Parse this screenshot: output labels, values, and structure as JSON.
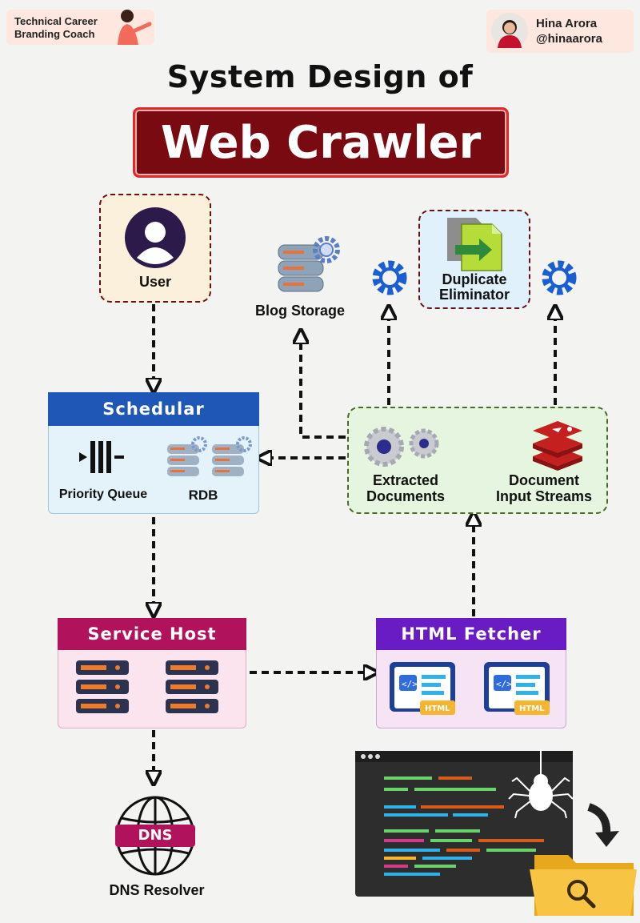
{
  "header": {
    "badge": "Technical Career\nBranding Coach",
    "author_name": "Hina Arora",
    "author_handle": "@hinaarora"
  },
  "title": {
    "line1": "System Design of",
    "line2": "Web Crawler"
  },
  "nodes": {
    "user": "User",
    "blog_storage": "Blog Storage",
    "duplicate_eliminator": "Duplicate\nEliminator",
    "schedular": "Schedular",
    "priority_queue": "Priority Queue",
    "rdb": "RDB",
    "extracted_documents": "Extracted\nDocuments",
    "document_input_streams": "Document\nInput Streams",
    "service_host": "Service Host",
    "html_fetcher": "HTML Fetcher",
    "dns_badge": "DNS",
    "dns_resolver": "DNS Resolver",
    "html_tag": "HTML"
  },
  "colors": {
    "dark_red": "#7a0a12",
    "schedular_header": "#1f57b7",
    "service_header": "#b0125b",
    "fetcher_header": "#6a1cc4",
    "gear_blue": "#1a5fd1"
  },
  "icons": [
    "user-avatar-icon",
    "database-gear-icon",
    "document-copy-icon",
    "gear-icon",
    "queue-icon",
    "redis-icon",
    "server-icon",
    "html-window-icon",
    "globe-icon",
    "code-editor-icon",
    "spider-icon",
    "folder-search-icon"
  ]
}
